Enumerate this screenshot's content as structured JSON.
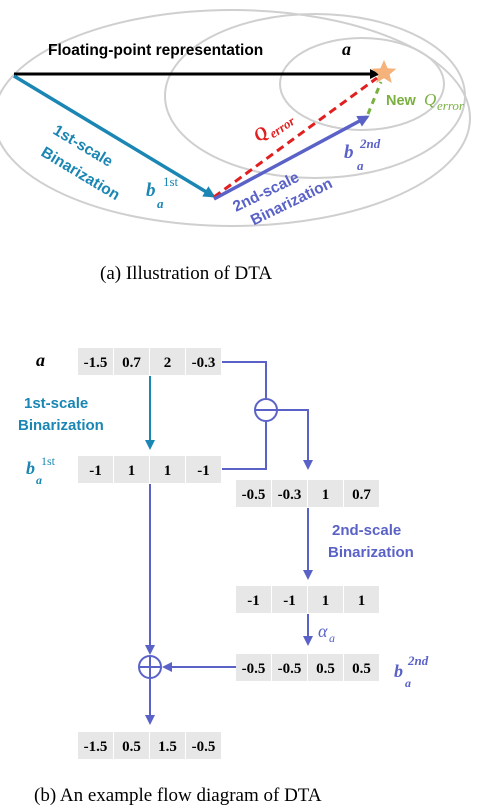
{
  "colors": {
    "teal": "#1a86b3",
    "blue": "#5a62c7",
    "red": "#e02020",
    "green": "#79b040",
    "star": "#f5b27a",
    "cell": "#e7e7e7",
    "ellipse": "#cfcfcf"
  },
  "part_a": {
    "float_label": "Floating-point representation",
    "a_symbol": "a",
    "first_scale": [
      "1st-scale",
      "Binarization"
    ],
    "b_first": {
      "base": "b",
      "sub": "a",
      "sup": "1st"
    },
    "q_error": {
      "base": "Q",
      "sub": "error"
    },
    "new_q_error": {
      "prefix": "New",
      "base": "Q",
      "sub": "error"
    },
    "second_scale": [
      "2nd-scale",
      "Binarization"
    ],
    "b_second": {
      "base": "b",
      "sub": "a",
      "sup": "2nd"
    },
    "caption": "(a) Illustration of DTA"
  },
  "part_b": {
    "a_symbol": "a",
    "row_a": [
      "-1.5",
      "0.7",
      "2",
      "-0.3"
    ],
    "first_scale": [
      "1st-scale",
      "Binarization"
    ],
    "b_first": {
      "base": "b",
      "sub": "a",
      "sup": "1st"
    },
    "row_b1": [
      "-1",
      "1",
      "1",
      "-1"
    ],
    "row_resid": [
      "-0.5",
      "-0.3",
      "1",
      "0.7"
    ],
    "second_scale": [
      "2nd-scale",
      "Binarization"
    ],
    "row_sign": [
      "-1",
      "-1",
      "1",
      "1"
    ],
    "alpha": {
      "base": "α",
      "sub": "a"
    },
    "row_b2": [
      "-0.5",
      "-0.5",
      "0.5",
      "0.5"
    ],
    "b_second": {
      "base": "b",
      "sub": "a",
      "sup": "2nd"
    },
    "row_out": [
      "-1.5",
      "0.5",
      "1.5",
      "-0.5"
    ],
    "minus_symbol": "⊖",
    "plus_symbol": "⊕",
    "caption": "(b) An example flow diagram of DTA"
  }
}
